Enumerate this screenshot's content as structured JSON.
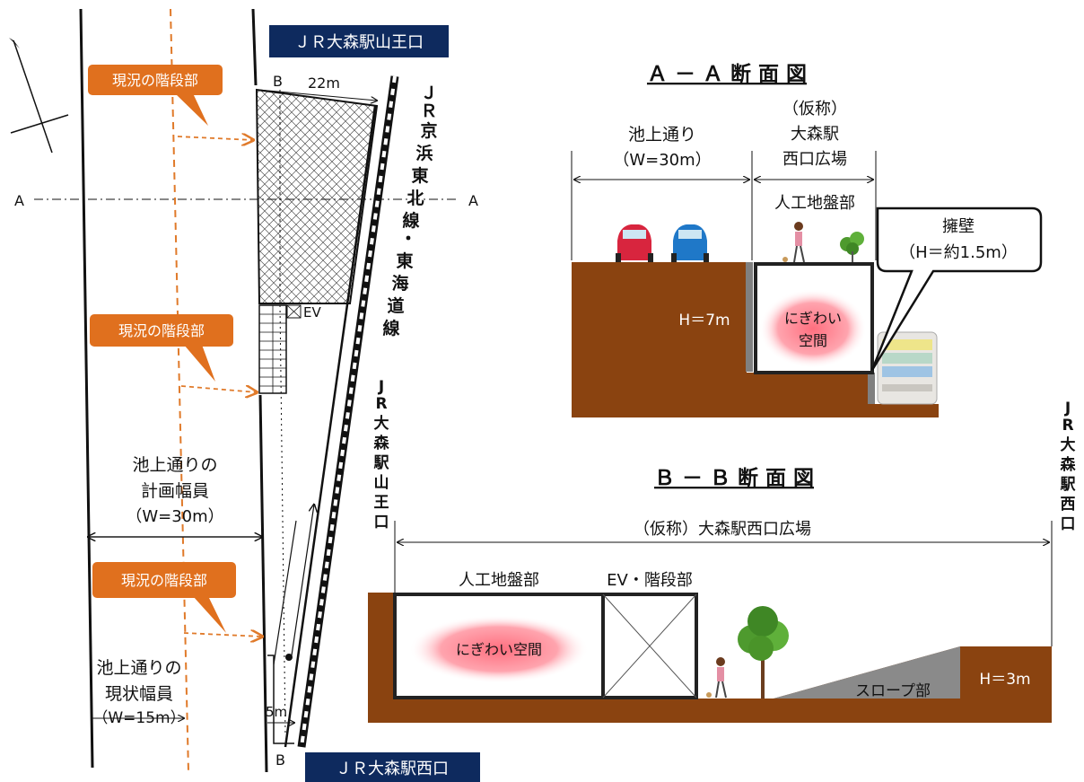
{
  "plan": {
    "station_label_top": "ＪＲ大森駅山王口",
    "station_label_bottom": "ＪＲ大森駅西口",
    "callout_stairs_1": "現況の階段部",
    "callout_stairs_2": "現況の階段部",
    "callout_stairs_3": "現況の階段部",
    "section_mark_b_top": "B",
    "section_mark_b_bottom": "B",
    "width_22": "22m",
    "section_a_left": "A",
    "section_a_right": "A",
    "ev_label": "EV",
    "rail_line_label": "JR京浜東北線・東海道線",
    "planned_width_line1": "池上通りの",
    "planned_width_line2": "計画幅員",
    "planned_width_line3": "（W=30m）",
    "current_width_line1": "池上通りの",
    "current_width_line2": "現状幅員",
    "current_width_line3": "（W=15m）",
    "width_5": "5m"
  },
  "section_aa": {
    "title": "Ａ － Ａ 断 面 図",
    "road_line1": "池上通り",
    "road_line2": "（W=30m）",
    "plaza_line1": "（仮称）",
    "plaza_line2": "大森駅",
    "plaza_line3": "西口広場",
    "artificial_ground": "人工地盤部",
    "retaining_wall_line1": "擁壁",
    "retaining_wall_line2": "（H＝約1.5m）",
    "height": "H＝7m",
    "lively_space_line1": "にぎわい",
    "lively_space_line2": "空間"
  },
  "section_bb": {
    "title": "Ｂ － Ｂ 断 面 図",
    "left_station": "JR大森駅山王口",
    "right_station": "JR大森駅西口",
    "plaza_span": "（仮称）大森駅西口広場",
    "artificial_ground": "人工地盤部",
    "ev_stairs": "EV・階段部",
    "lively_space": "にぎわい空間",
    "slope": "スロープ部",
    "height": "H＝3m"
  },
  "colors": {
    "ground": "#8a4310",
    "callout": "#e0701e",
    "navy": "#0e2a5e",
    "dashed_orange": "#e07a2a"
  }
}
